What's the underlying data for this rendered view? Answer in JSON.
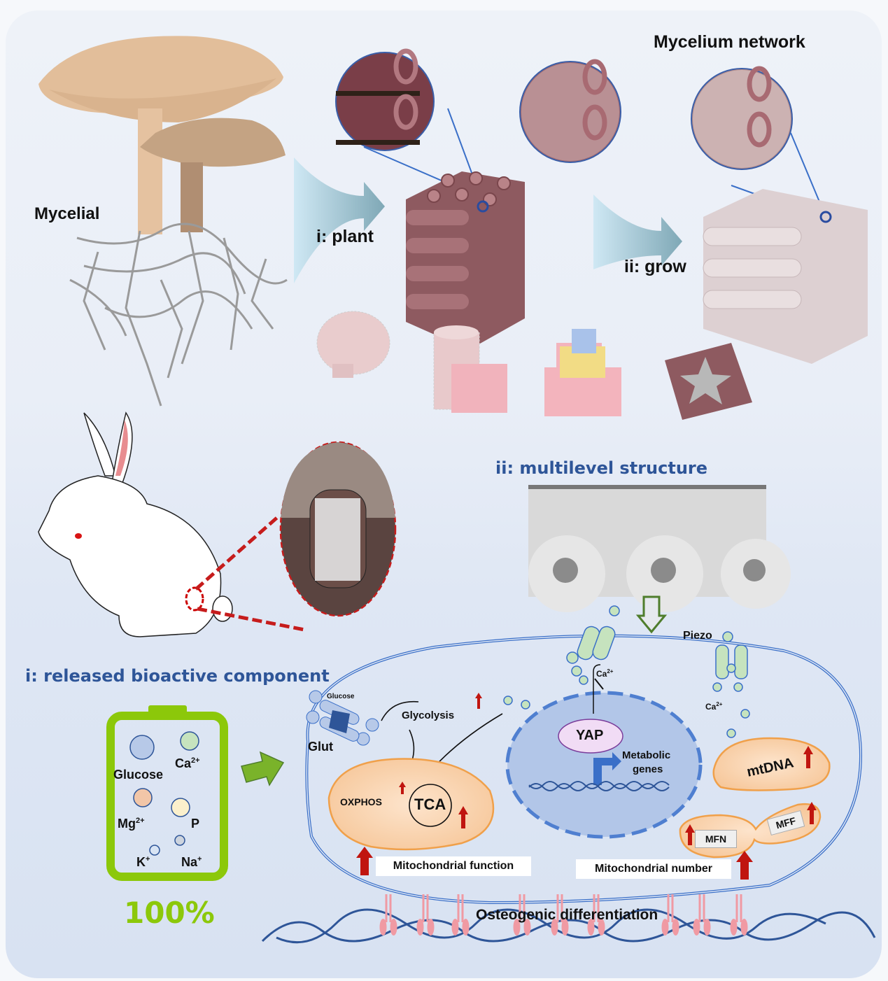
{
  "top": {
    "mycelial_label": "Mycelial",
    "step1_label": "i: plant",
    "step2_label": "ii: grow",
    "network_label": "Mycelium network",
    "shapes": [
      "brain-scaffold",
      "cylinder-scaffold",
      "tiered-cake-scaffold",
      "star-scaffold"
    ]
  },
  "bottom": {
    "section1_title": "i: released bioactive component",
    "section2_title": "ii: multilevel structure",
    "battery": {
      "level": "100%",
      "components": [
        {
          "label": "Glucose",
          "color": "#b7c9e8"
        },
        {
          "label": "Ca",
          "sup": "2+",
          "color": "#c6e3be"
        },
        {
          "label": "Mg",
          "sup": "2+",
          "color": "#f2c6a8"
        },
        {
          "label": "P",
          "sup": "",
          "color": "#fbf0cc"
        },
        {
          "label": "K",
          "sup": "+",
          "color": "#d8e4f4"
        },
        {
          "label": "Na",
          "sup": "+",
          "color": "#cdd4de"
        }
      ]
    },
    "cell": {
      "glucose": "Glucose",
      "glut": "Glut",
      "glycolysis": "Glycolysis",
      "oxphos": "OXPHOS",
      "tca": "TCA",
      "mito_function": "Mitochondrial function",
      "yap": "YAP",
      "metabolic_genes_1": "Metabolic",
      "metabolic_genes_2": "genes",
      "calcium": "Ca",
      "calcium_sup": "2+",
      "piezo": "Piezo",
      "mtdna": "mtDNA",
      "mfn": "MFN",
      "mff": "MFF",
      "mito_number": "Mitochondrial number",
      "osteogenic": "Osteogenic differentiation"
    }
  },
  "colors": {
    "accent_green": "#8cc80a",
    "heading_blue": "#2e5598",
    "up_arrow_red": "#c0150f",
    "mito_orange": "#f0a04a",
    "scaffold_rose": "#8e5a60"
  }
}
